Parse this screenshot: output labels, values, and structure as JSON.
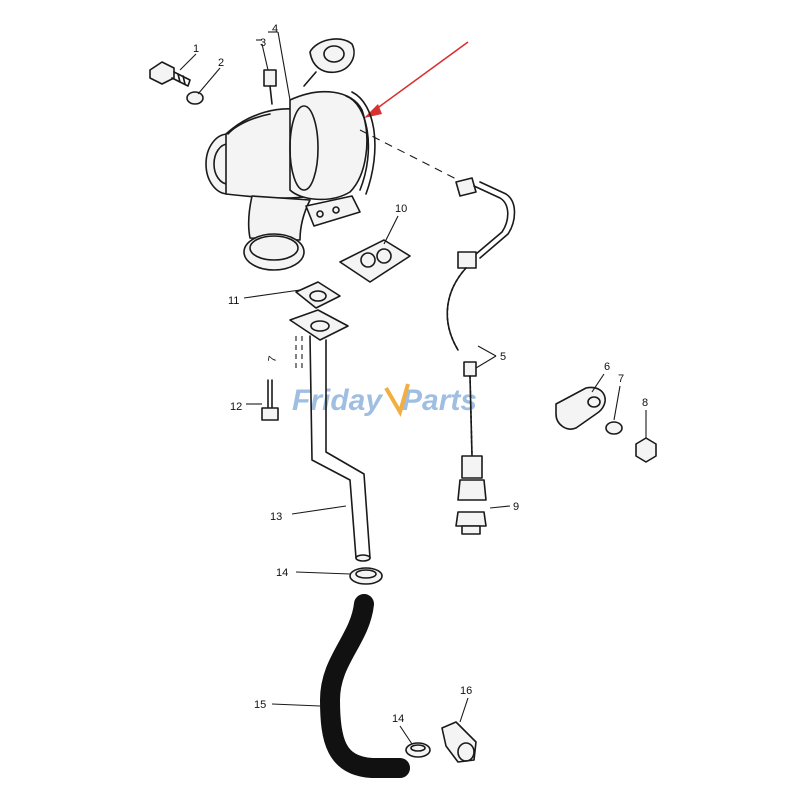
{
  "watermark": {
    "part1": "Friday",
    "part2": "Parts",
    "color": "#8fb3dd",
    "accent": "#f0a020"
  },
  "callouts": {
    "c1": "1",
    "c2": "2",
    "c3": "3",
    "c4": "4",
    "c5": "5",
    "c6": "6",
    "c7a": "7",
    "c7b": "7",
    "c8": "8",
    "c9": "9",
    "c10": "10",
    "c11": "11",
    "c12": "12",
    "c13": "13",
    "c14a": "14",
    "c14b": "14",
    "c15": "15",
    "c16": "16"
  },
  "pointer_arrow_color": "#d93030",
  "hose_color": "#111111"
}
